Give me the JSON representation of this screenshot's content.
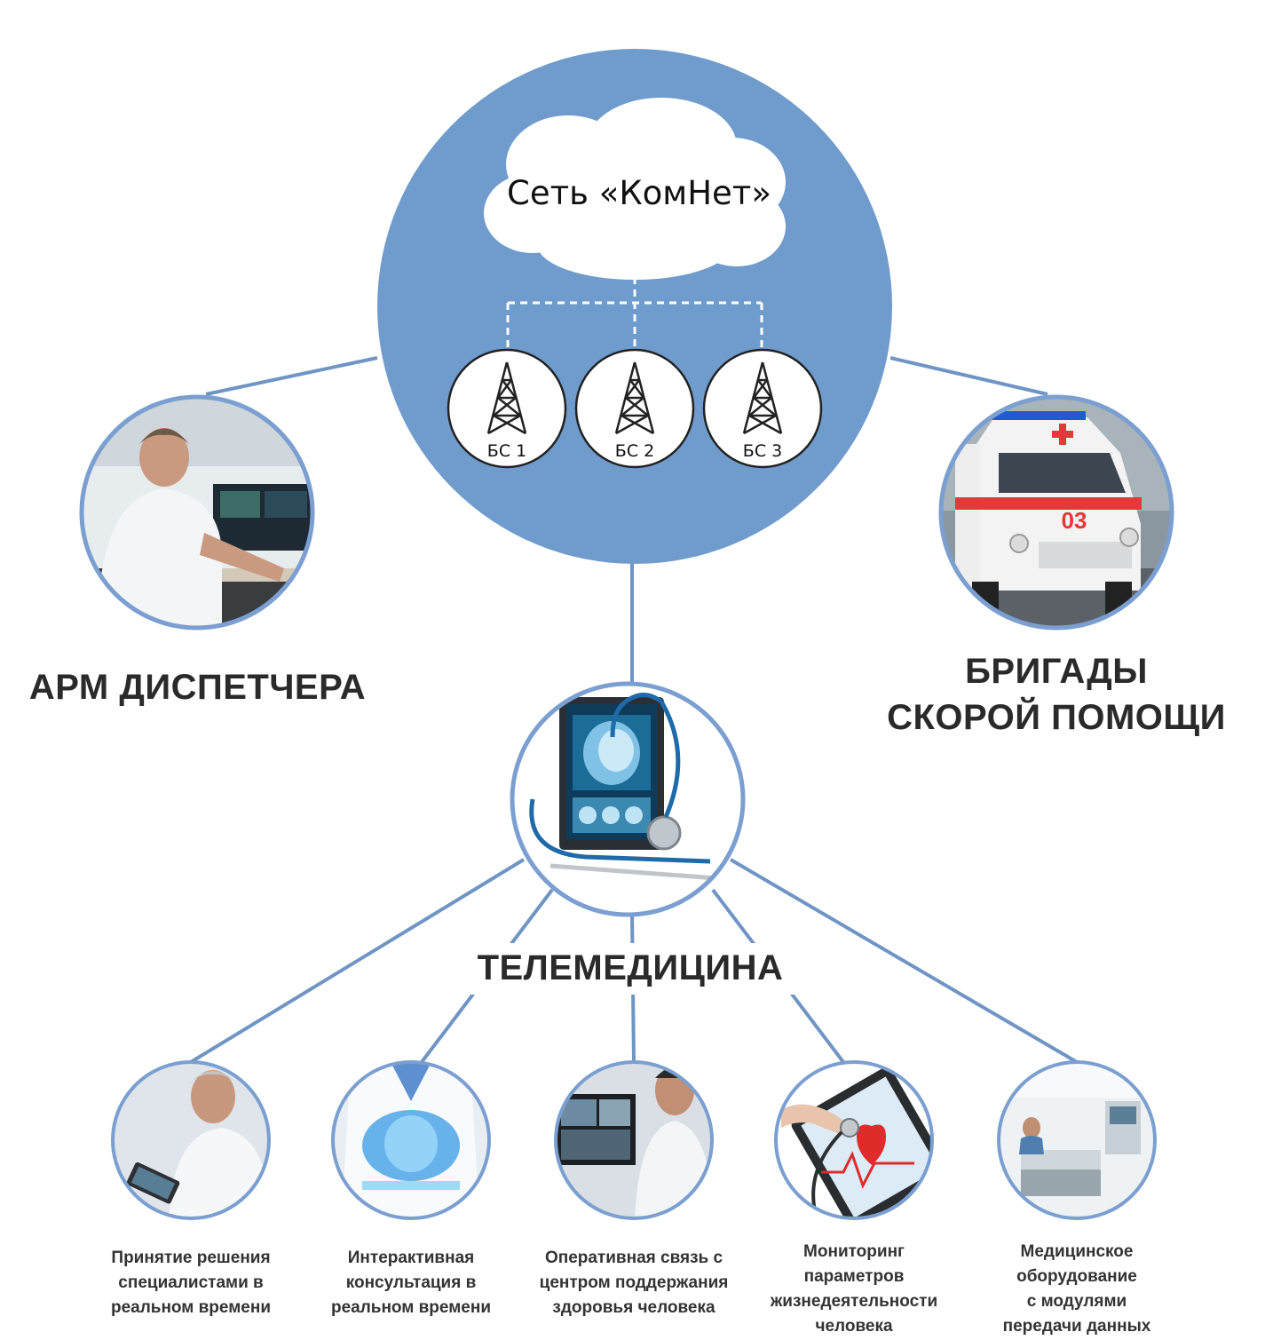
{
  "network": {
    "cloud_label": "Сеть «КомНет»"
  },
  "stations": [
    {
      "label": "БС 1"
    },
    {
      "label": "БС 2"
    },
    {
      "label": "БС 3"
    }
  ],
  "nodes": {
    "dispatcher": {
      "label": "АРМ ДИСПЕТЧЕРА"
    },
    "ambulance": {
      "label_line1": "БРИГАДЫ",
      "label_line2": "СКОРОЙ ПОМОЩИ",
      "badge": "03"
    },
    "telemedicine": {
      "label": "ТЕЛЕМЕДИЦИНА"
    }
  },
  "services": [
    {
      "lines": [
        "Принятие решения",
        "специалистами в",
        "реальном времени"
      ]
    },
    {
      "lines": [
        "Интерактивная",
        "консультация в",
        "реальном времени"
      ]
    },
    {
      "lines": [
        "Оперативная связь с",
        "центром поддержания",
        "здоровья человека"
      ]
    },
    {
      "lines": [
        "Мониторинг",
        "параметров",
        "жизнедеятельности",
        "человека"
      ]
    },
    {
      "lines": [
        "Медицинское",
        "оборудование",
        "с модулями",
        "передачи данных"
      ]
    }
  ],
  "colors": {
    "main_circle": "#6f9ccc",
    "connector": "#6f95c4",
    "ring": "#7a9fd0"
  }
}
